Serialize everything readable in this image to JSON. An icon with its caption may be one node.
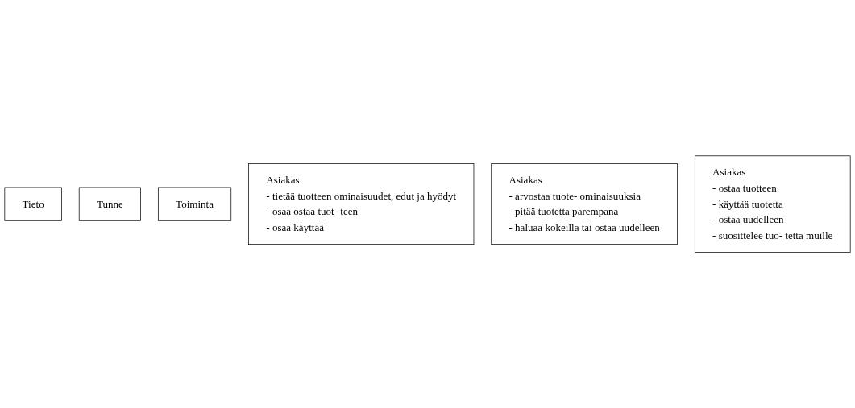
{
  "diagram": {
    "nodes": [
      {
        "text": [
          "Tieto"
        ]
      },
      {
        "text": [
          "Tunne"
        ]
      },
      {
        "text": [
          "Toiminta"
        ]
      },
      {
        "text": [
          "Asiakas",
          "- tietää tuotteen ominaisuudet, edut ja hyödyt",
          "- osaa ostaa tuot- teen",
          "- osaa käyttää"
        ]
      },
      {
        "text": [
          "Asiakas",
          "- arvostaa tuote- ominaisuuksia",
          "- pitää tuotetta parempana",
          "- haluaa kokeilla tai ostaa uudelleen"
        ]
      },
      {
        "text": [
          "Asiakas",
          "- ostaa tuotteen",
          "- käyttää tuotetta",
          "- ostaa uudelleen",
          "- suosittelee tuo- tetta muille"
        ]
      }
    ],
    "edges": []
  }
}
